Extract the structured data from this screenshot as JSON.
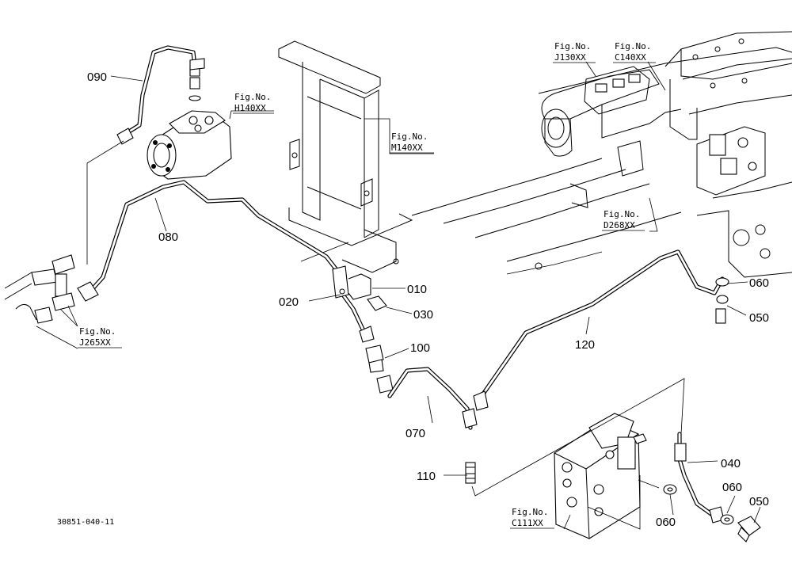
{
  "part_labels": {
    "p010": "010",
    "p020": "020",
    "p030": "030",
    "p040": "040",
    "p050_upper": "050",
    "p050_lower": "050",
    "p060_upper": "060",
    "p060_mid": "060",
    "p060_lower": "060",
    "p070": "070",
    "p080": "080",
    "p090": "090",
    "p100": "100",
    "p110": "110",
    "p120": "120"
  },
  "figure_refs": {
    "h140": {
      "line1": "Fig.No.",
      "line2": "H140XX"
    },
    "m140": {
      "line1": "Fig.No.",
      "line2": "M140XX"
    },
    "j130": {
      "line1": "Fig.No.",
      "line2": "J130XX"
    },
    "c140": {
      "line1": "Fig.No.",
      "line2": "C140XX"
    },
    "d268": {
      "line1": "Fig.No.",
      "line2": "D268XX"
    },
    "j265": {
      "line1": "Fig.No.",
      "line2": "J265XX"
    },
    "c111": {
      "line1": "Fig.No.",
      "line2": "C111XX"
    }
  },
  "document_code": "30851-040-11"
}
